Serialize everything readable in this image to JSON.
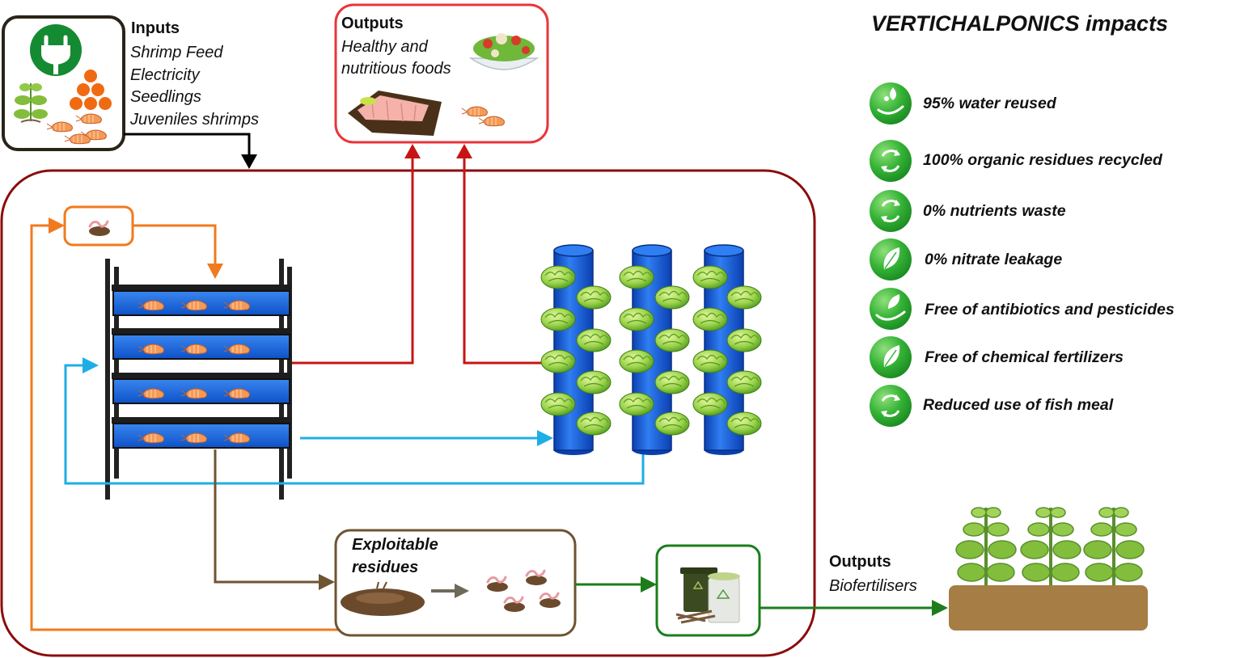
{
  "inputs": {
    "title": "Inputs",
    "items": [
      "Shrimp Feed",
      "Electricity",
      "Seedlings",
      "Juveniles shrimps"
    ]
  },
  "outputs_food": {
    "title": "Outputs",
    "lines": [
      "Healthy and",
      "nutritious foods"
    ]
  },
  "residues": {
    "lines": [
      "Exploitable",
      "residues"
    ]
  },
  "outputs_bio": {
    "title": "Outputs",
    "label": "Biofertilisers"
  },
  "impacts": {
    "title": "VERTICHALPONICS impacts",
    "items": [
      {
        "label": "95% water reused",
        "icon": "water-hand-icon"
      },
      {
        "label": "100% organic residues recycled",
        "icon": "recycle-icon"
      },
      {
        "label": "0% nutrients waste",
        "icon": "recycle-icon"
      },
      {
        "label": "0% nitrate leakage",
        "icon": "leaf-icon"
      },
      {
        "label": "Free of antibiotics and pesticides",
        "icon": "leaf-hand-icon"
      },
      {
        "label": "Free of chemical fertilizers",
        "icon": "leaf-icon"
      },
      {
        "label": "Reduced use of fish meal",
        "icon": "recycle-icon"
      }
    ]
  },
  "colors": {
    "system_border": "#8b0d0d",
    "outputs_border": "#e8353b",
    "water_flow": "#1eaee6",
    "food_flow": "#c81414",
    "residue_flow": "#6e5432",
    "compost_flow": "#1c7d1c",
    "worm_flow": "#f07a1e",
    "impact_green": "#2fb234",
    "tank_blue": "#1565e6"
  }
}
